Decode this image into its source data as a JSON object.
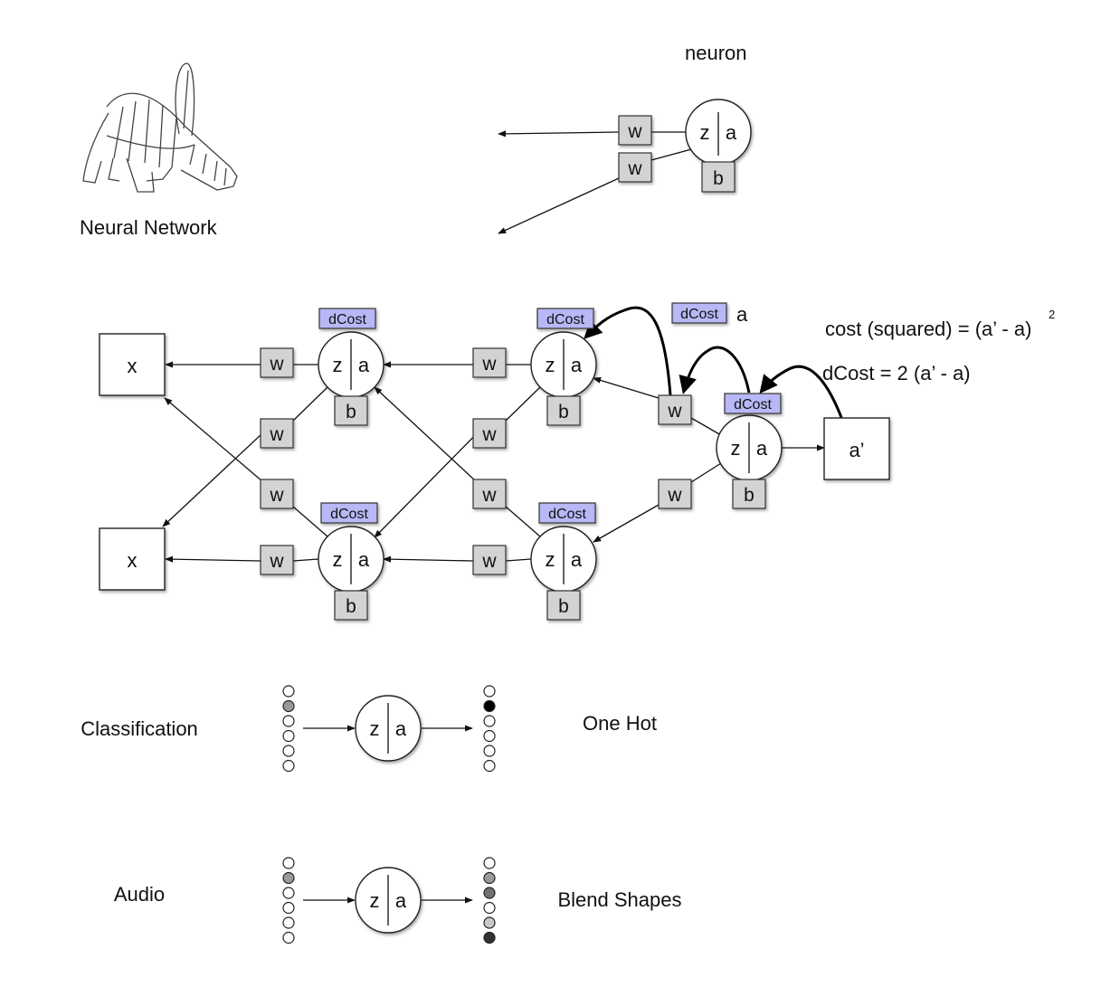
{
  "logo": {
    "caption": "Neural Network",
    "icon": "aardvark-logo-icon"
  },
  "neuron_section": {
    "title": "neuron",
    "z_label": "z",
    "a_label": "a",
    "bias_label": "b",
    "weight_label": "w"
  },
  "network": {
    "input_label": "x",
    "output_label": "a’",
    "weight_label": "w",
    "bias_label": "b",
    "z_label": "z",
    "a_label": "a",
    "dcost_label": "dCost",
    "legend_tag": "dCost",
    "legend_text": "a",
    "cost_formula": "cost (squared) = (a’ - a)",
    "cost_exponent": "2",
    "dcost_formula": "dCost = 2 (a’ - a)"
  },
  "examples": [
    {
      "label": "Classification",
      "output_label": "One Hot",
      "input_dots": [
        "#ffffff",
        "#9a9a9a",
        "#ffffff",
        "#ffffff",
        "#ffffff",
        "#ffffff"
      ],
      "output_dots": [
        "#ffffff",
        "#000000",
        "#ffffff",
        "#ffffff",
        "#ffffff",
        "#ffffff"
      ]
    },
    {
      "label": "Audio",
      "output_label": "Blend Shapes",
      "input_dots": [
        "#ffffff",
        "#9a9a9a",
        "#ffffff",
        "#ffffff",
        "#ffffff",
        "#ffffff"
      ],
      "output_dots": [
        "#ffffff",
        "#9a9a9a",
        "#707070",
        "#ffffff",
        "#c8c8c8",
        "#333333"
      ]
    }
  ],
  "colors": {
    "weight_fill": "#d3d3d3",
    "dcost_fill": "#b8b8f6"
  }
}
